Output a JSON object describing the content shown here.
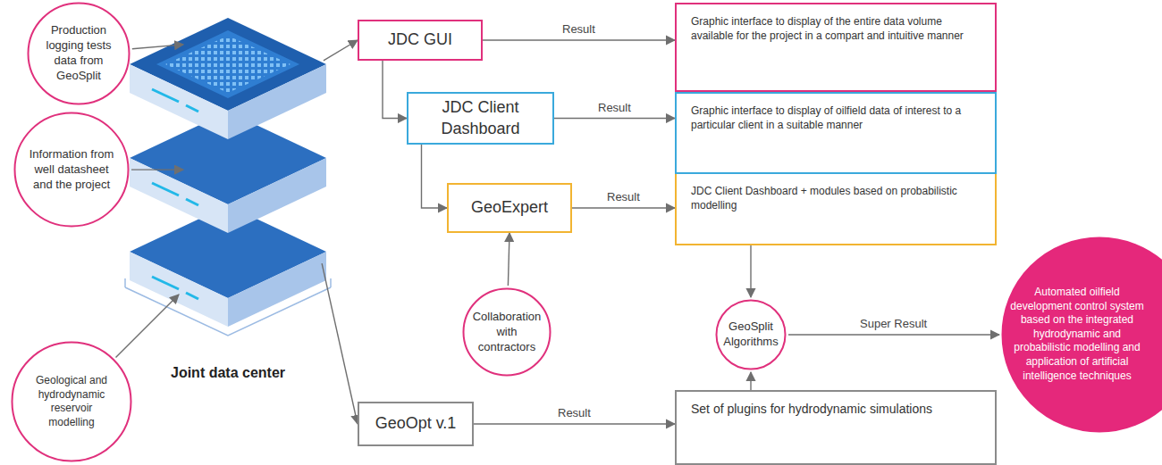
{
  "diagram": {
    "nodes": [
      {
        "text": [
          "Production logging tests data from GeoSplit"
        ]
      },
      {
        "text": [
          "Information from well datasheet and the project"
        ]
      },
      {
        "text": [
          "Geological and hydrodynamic reservoir modelling"
        ]
      },
      {
        "text": [
          "Joint data center"
        ]
      },
      {
        "text": [
          "JDC GUI"
        ]
      },
      {
        "text": [
          "JDC Client Dashboard"
        ]
      },
      {
        "text": [
          "GeoExpert"
        ]
      },
      {
        "text": [
          "Graphic interface to display of the entire data volume available for the project in a compart and intuitive manner"
        ]
      },
      {
        "text": [
          "Graphic interface to display of oilfield data of interest to a particular client in a suitable manner"
        ]
      },
      {
        "text": [
          "JDC Client Dashboard + modules based on probabilistic modelling"
        ]
      },
      {
        "text": [
          "Collaboration with contractors"
        ]
      },
      {
        "text": [
          "GeoSplit Algorithms"
        ]
      },
      {
        "text": [
          "Automated oilfield development control system based on the integrated hydrodynamic and probabilistic modelling and application of artificial intelligence techniques"
        ]
      },
      {
        "text": [
          "GeoOpt v.1"
        ]
      },
      {
        "text": [
          "Set of plugins for hydrodynamic simulations"
        ]
      }
    ],
    "edges": [
      {
        "from": 0,
        "to": 3,
        "arrow": "to"
      },
      {
        "from": 1,
        "to": 3,
        "arrow": "to"
      },
      {
        "from": 2,
        "to": 3,
        "arrow": "to"
      },
      {
        "from": 3,
        "to": 4,
        "arrow": "to"
      },
      {
        "from": 4,
        "to": 5,
        "arrow": "to"
      },
      {
        "from": 5,
        "to": 6,
        "arrow": "to"
      },
      {
        "from": 4,
        "to": 7,
        "label": "Result",
        "arrow": "to"
      },
      {
        "from": 5,
        "to": 8,
        "label": "Result",
        "arrow": "to"
      },
      {
        "from": 6,
        "to": 9,
        "label": "Result",
        "arrow": "to"
      },
      {
        "from": 10,
        "to": 6,
        "arrow": "to"
      },
      {
        "from": 9,
        "to": 11,
        "arrow": "to"
      },
      {
        "from": 14,
        "to": 11,
        "arrow": "to"
      },
      {
        "from": 11,
        "to": 12,
        "label": "Super Result",
        "arrow": "to"
      },
      {
        "from": 3,
        "to": 13,
        "arrow": "to"
      },
      {
        "from": 13,
        "to": 14,
        "label": "Result",
        "arrow": "to"
      }
    ]
  }
}
